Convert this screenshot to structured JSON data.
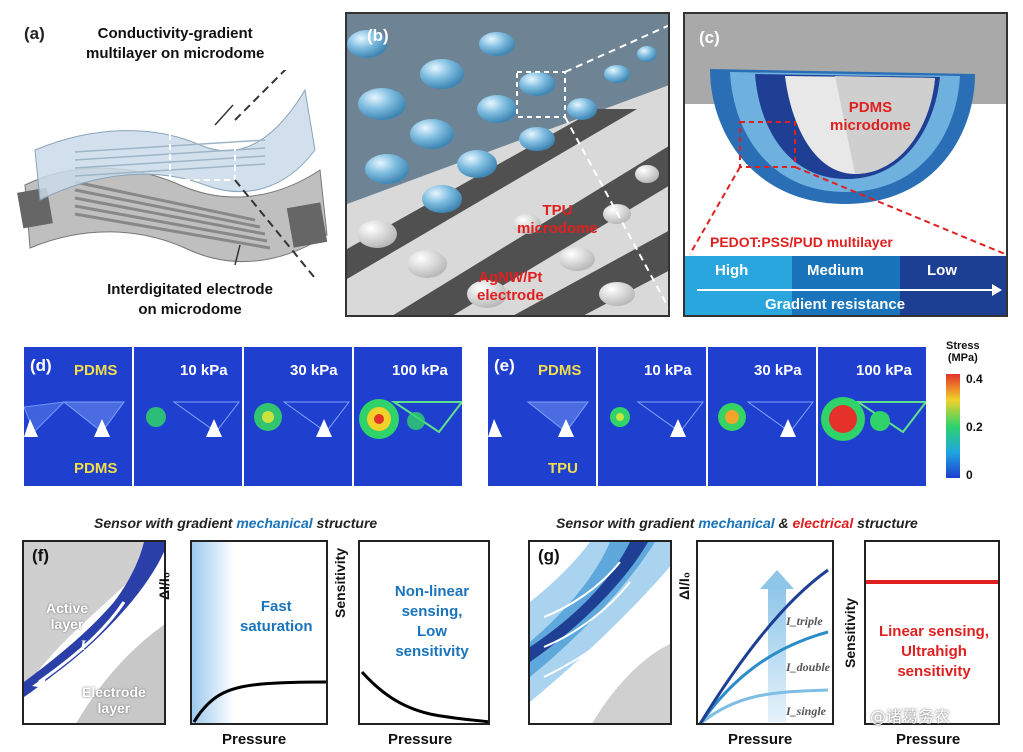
{
  "panel_a": {
    "letter": "(a)",
    "top_caption": [
      "Conductivity-gradient",
      "multilayer on microdome"
    ],
    "bottom_caption": [
      "Interdigitated electrode",
      "on microdome"
    ]
  },
  "panel_b": {
    "letter": "(b)",
    "tpu_label": [
      "TPU",
      "microdome"
    ],
    "electrode_label": [
      "AgNW/Pt",
      "electrode"
    ]
  },
  "panel_c": {
    "letter": "(c)",
    "dome_label": [
      "PDMS",
      "microdome"
    ],
    "multilayer_label": "PEDOT:PSS/PUD multilayer",
    "levels": [
      "High",
      "Medium",
      "Low"
    ],
    "arrow_label": "Gradient resistance",
    "colors": {
      "high": "#2aa6df",
      "medium": "#1a74bb",
      "low": "#1d3f93"
    }
  },
  "panel_d": {
    "letter": "(d)",
    "top_material": "PDMS",
    "bottom_material": "PDMS",
    "pressures": [
      "10 kPa",
      "30 kPa",
      "100 kPa"
    ]
  },
  "panel_e": {
    "letter": "(e)",
    "top_material": "PDMS",
    "bottom_material": "TPU",
    "pressures": [
      "10 kPa",
      "30 kPa",
      "100 kPa"
    ]
  },
  "colorbar": {
    "title": [
      "Stress",
      "(MPa)"
    ],
    "ticks": [
      "0.4",
      "0.2",
      "0"
    ]
  },
  "section_left": {
    "prefix": "Sensor with gradient ",
    "blue": "mechanical",
    "suffix": " structure"
  },
  "section_right": {
    "prefix": "Sensor with gradient ",
    "blue": "mechanical",
    "amp": " & ",
    "red": "electrical",
    "suffix": " structure"
  },
  "panel_f": {
    "letter": "(f)",
    "active_layer": [
      "Active",
      "layer"
    ],
    "current": "I",
    "electrode_layer": [
      "Electrode",
      "layer"
    ],
    "chart1_note": [
      "Fast",
      "saturation"
    ],
    "chart2_note": [
      "Non-linear",
      "sensing,",
      "Low",
      "sensitivity"
    ]
  },
  "panel_g": {
    "letter": "(g)",
    "curves": [
      "I_triple",
      "I_double",
      "I_single"
    ],
    "chart2_note": [
      "Linear sensing,",
      "Ultrahigh",
      "sensitivity"
    ]
  },
  "axes": {
    "delta_label": "ΔI/I₀",
    "sensitivity_label": "Sensitivity",
    "pressure_label": "Pressure"
  },
  "watermark": "@诸葛务农"
}
